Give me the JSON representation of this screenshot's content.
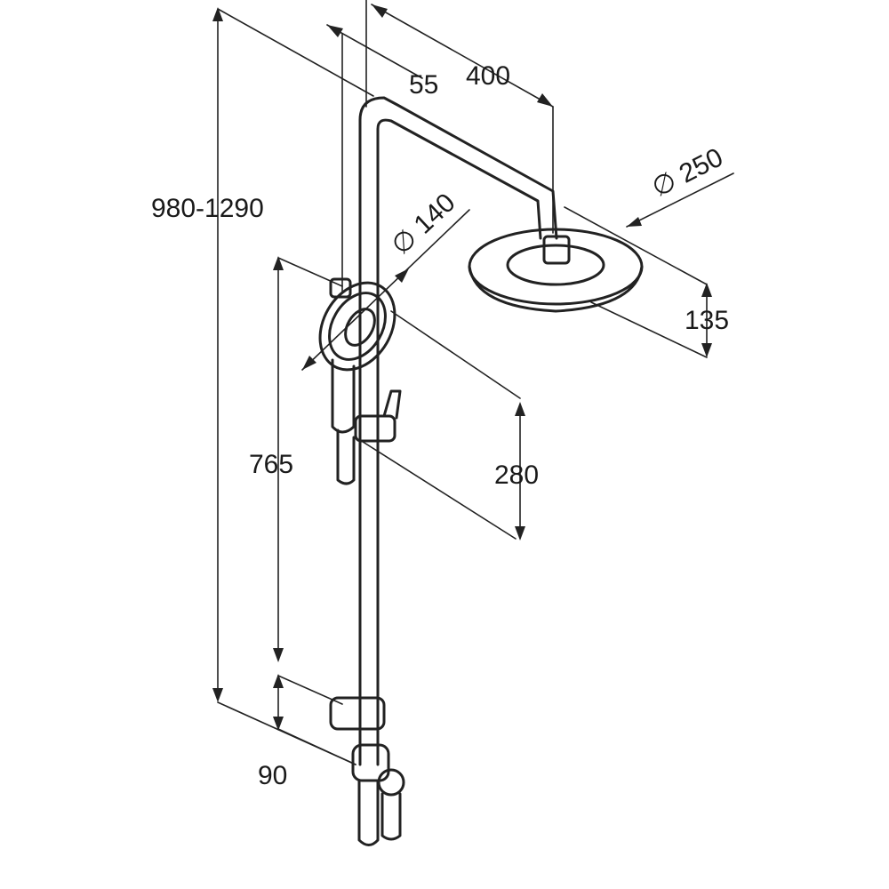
{
  "dimensions": {
    "total_height": "980-1290",
    "arm_offset": "55",
    "arm_length": "400",
    "head_diameter": "∅ 250",
    "head_drop": "135",
    "hand_diameter": "∅ 140",
    "hand_length": "280",
    "holder_height": "765",
    "mixer_height": "90"
  }
}
